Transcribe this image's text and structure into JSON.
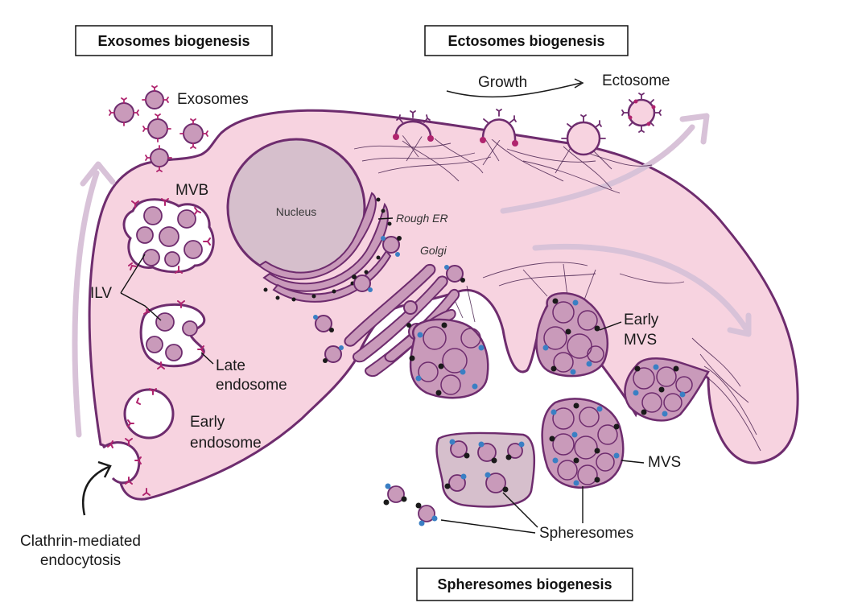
{
  "titles": {
    "exosomes": "Exosomes biogenesis",
    "ectosomes": "Ectosomes biogenesis",
    "spheresomes": "Spheresomes biogenesis"
  },
  "labels": {
    "exosomes": "Exosomes",
    "growth": "Growth",
    "ectosome": "Ectosome",
    "nucleus": "Nucleus",
    "rough_er": "Rough ER",
    "golgi": "Golgi",
    "mvb": "MVB",
    "ilv": "ILV",
    "late_endosome_1": "Late",
    "late_endosome_2": "endosome",
    "early_endosome_1": "Early",
    "early_endosome_2": "endosome",
    "clathrin_1": "Clathrin-mediated",
    "clathrin_2": "endocytosis",
    "early_mvs_1": "Early",
    "early_mvs_2": "MVS",
    "mvs": "MVS",
    "spheresomes": "Spheresomes"
  },
  "colors": {
    "cell_fill": "#f7d3e0",
    "membrane": "#6e2c6e",
    "vesicle_fill": "#c99aba",
    "nucleus_fill": "#d6bfcc",
    "receptor_magenta": "#b0246e",
    "marker_blue": "#3a7fc4",
    "marker_black": "#1a1a1a",
    "arrow_lilac": "#d8c2d8"
  }
}
